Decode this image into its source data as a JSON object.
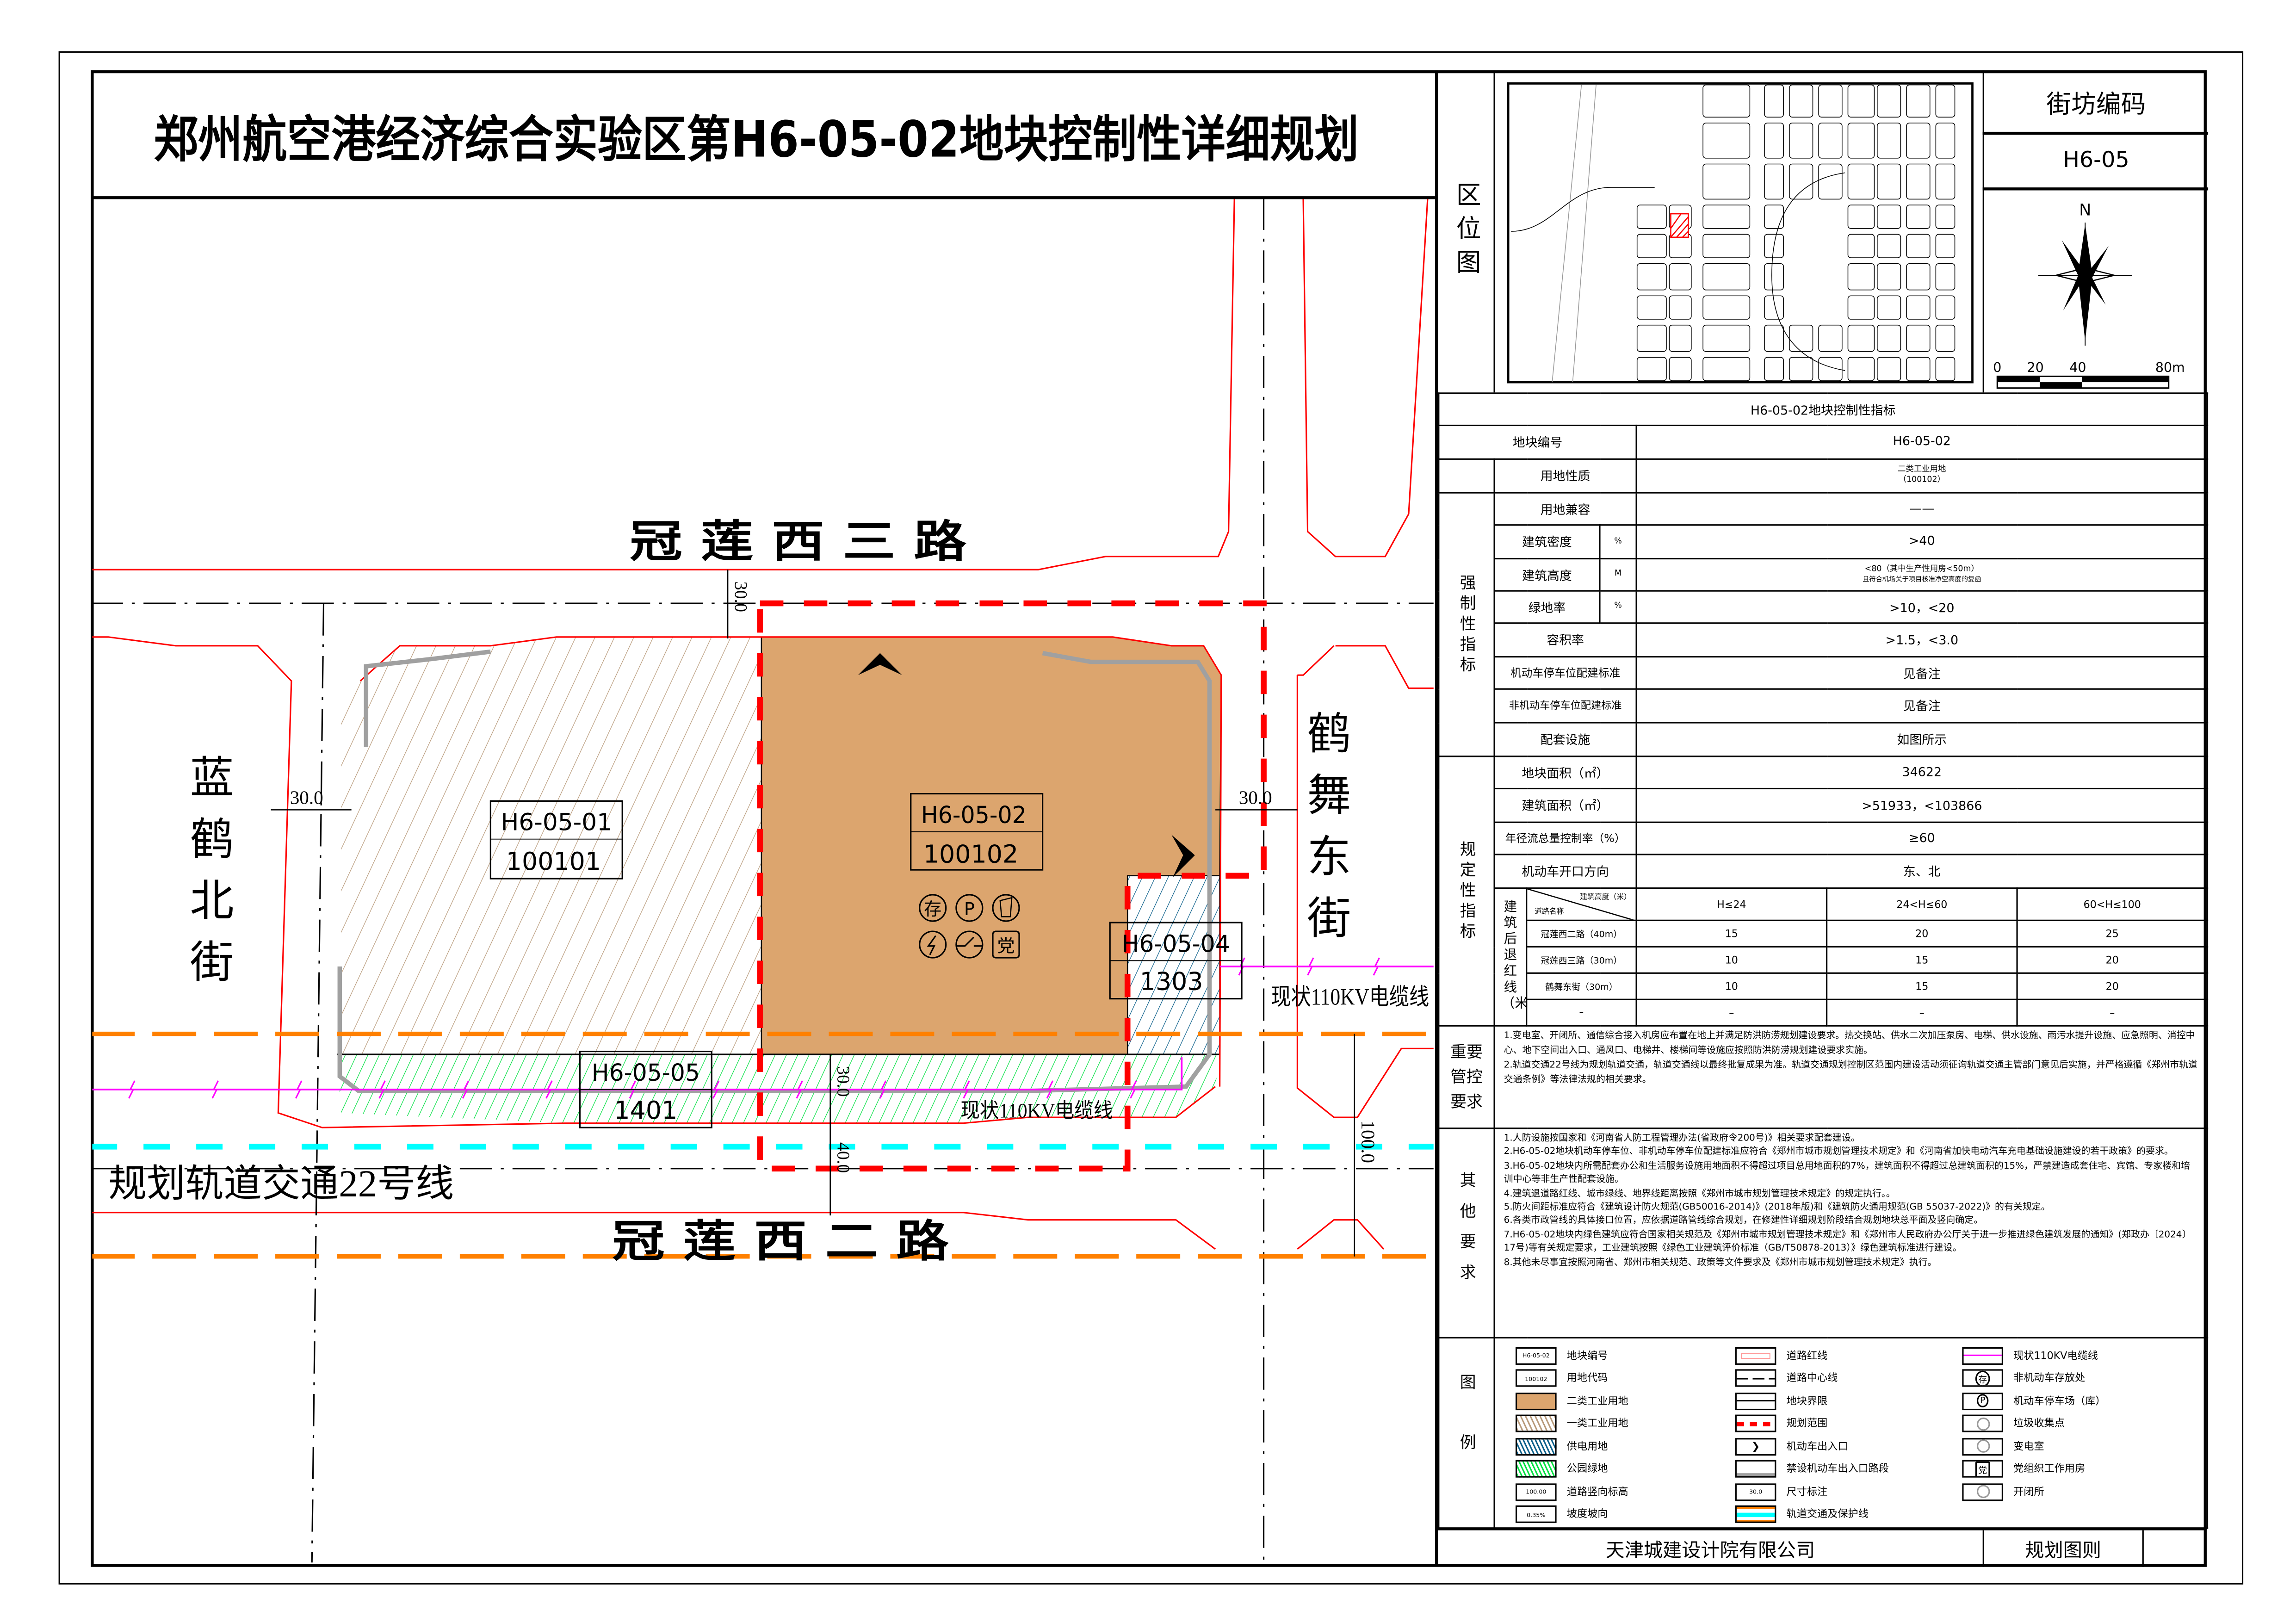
{
  "title": "郑州航空港经济综合实验区第H6-05-02地块控制性详细规划",
  "map": {
    "roads": {
      "north": "冠 莲 西 三 路",
      "south": "冠 莲 西 二 路",
      "west": "蓝鹤北街",
      "east": "鹤舞东街",
      "rail": "规划轨道交通22号线",
      "cable_east": "现状110KV电缆线",
      "cable_south": "现状110KV电缆线"
    },
    "dimensions": {
      "north_setback": "30.0",
      "west_road": "30.0",
      "east_road": "30.0",
      "south_green": "30.0",
      "south_road": "40.0",
      "rail_protect": "100.0"
    },
    "parcels": [
      {
        "id": "H6-05-01",
        "code": "100101"
      },
      {
        "id": "H6-05-02",
        "code": "100102"
      },
      {
        "id": "H6-05-04",
        "code": "1303"
      },
      {
        "id": "H6-05-05",
        "code": "1401"
      }
    ],
    "facility_icons": {
      "bike": "存",
      "parking": "P",
      "party": "党"
    }
  },
  "panel": {
    "location_label": "区位图",
    "block_code_label": "街坊编码",
    "block_code": "H6-05",
    "compass_north": "N",
    "scale": [
      "0",
      "20",
      "40",
      "80m"
    ]
  },
  "table": {
    "title": "H6-05-02地块控制性指标",
    "parcel_no_label": "地块编号",
    "parcel_no": "H6-05-02",
    "land_use_label": "用地性质",
    "land_use": "二类工业用地",
    "land_use_code": "（100102）",
    "mandatory_label": "强制性指标",
    "mandatory": [
      {
        "name": "用地兼容",
        "unit": "",
        "value": "——"
      },
      {
        "name": "建筑密度",
        "unit": "%",
        "value": ">40"
      },
      {
        "name": "建筑高度",
        "unit": "M",
        "value": "<80（其中生产性用房<50m）",
        "note": "且符合机场关于项目核准净空高度的复函"
      },
      {
        "name": "绿地率",
        "unit": "%",
        "value": ">10，<20"
      },
      {
        "name": "容积率",
        "unit": "",
        "value": ">1.5，<3.0"
      },
      {
        "name": "机动车停车位配建标准",
        "unit": "",
        "value": "见备注"
      },
      {
        "name": "非机动车停车位配建标准",
        "unit": "",
        "value": "见备注"
      },
      {
        "name": "配套设施",
        "unit": "",
        "value": "如图所示"
      }
    ],
    "regulatory_label": "规定性指标",
    "regulatory": [
      {
        "name": "地块面积（㎡）",
        "value": "34622"
      },
      {
        "name": "建筑面积（㎡）",
        "value": ">51933，<103866"
      },
      {
        "name": "年径流总量控制率（%）",
        "value": "≥60"
      },
      {
        "name": "机动车开口方向",
        "value": "东、北"
      }
    ],
    "setback": {
      "label": "建筑后退红线（米）",
      "header_height": "建筑高度（米）",
      "header_road": "道路名称",
      "columns": [
        "H≤24",
        "24<H≤60",
        "60<H≤100"
      ],
      "rows": [
        {
          "road": "冠莲西二路（40m）",
          "values": [
            "15",
            "20",
            "25"
          ]
        },
        {
          "road": "冠莲西三路（30m）",
          "values": [
            "10",
            "15",
            "20"
          ]
        },
        {
          "road": "鹤舞东街（30m）",
          "values": [
            "10",
            "15",
            "20"
          ]
        },
        {
          "road": "–",
          "values": [
            "–",
            "–",
            "–"
          ]
        }
      ]
    },
    "key_control_label": "重要管控要求",
    "key_control": [
      "1.变电室、开闭所、通信综合接入机房应布置在地上并满足防洪防涝规划建设要求。热交换站、供水二次加压泵房、电梯、供水设施、雨污水提升设施、应急照明、消控中心、地下空间出入口、通风口、电梯井、楼梯间等设施应按照防洪防涝规划建设要求实施。",
      "2.轨道交通22号线为规划轨道交通，轨道交通线以最终批复成果为准。轨道交通规划控制区范围内建设活动须征询轨道交通主管部门意见后实施，并严格遵循《郑州市轨道交通条例》等法律法规的相关要求。"
    ],
    "other_label": "其他要求",
    "other": [
      "1.人防设施按国家和《河南省人防工程管理办法(省政府令200号)》相关要求配套建设。",
      "2.H6-05-02地块机动车停车位、非机动车停车位配建标准应符合《郑州市城市规划管理技术规定》和《河南省加快电动汽车充电基础设施建设的若干政策》的要求。",
      "3.H6-05-02地块内所需配套办公和生活服务设施用地面积不得超过项目总用地面积的7%，建筑面积不得超过总建筑面积的15%，严禁建造成套住宅、宾馆、专家楼和培训中心等非生产性配套设施。",
      "4.建筑退道路红线、城市绿线、地界线距离按照《郑州市城市规划管理技术规定》的规定执行。。",
      "5.防火间距标准应符合《建筑设计防火规范(GB50016-2014)》(2018年版)和《建筑防火通用规范(GB 55037-2022)》的有关规定。",
      "6.各类市政管线的具体接口位置，应依据道路管线综合规划，在修建性详细规划阶段结合规划地块总平面及竖向确定。",
      "7.H6-05-02地块内绿色建筑应符合国家相关规范及《郑州市城市规划管理技术规定》和《郑州市人民政府办公厅关于进一步推进绿色建筑发展的通知》(郑政办〔2024〕17号)等有关规定要求，工业建筑按照《绿色工业建筑评价标准（GB/T50878-2013）》绿色建筑标准进行建设。",
      "8.其他未尽事宜按照河南省、郑州市相关规范、政策等文件要求及《郑州市城市规划管理技术规定》执行。"
    ],
    "legend_label": "图例",
    "legend": [
      {
        "label": "地块编号",
        "swatch": "H6-05-02"
      },
      {
        "label": "道路红线"
      },
      {
        "label": "现状110KV电缆线"
      },
      {
        "label": "用地代码",
        "swatch": "100102"
      },
      {
        "label": "道路中心线"
      },
      {
        "label": "非机动车存放处",
        "swatch": "存"
      },
      {
        "label": "二类工业用地"
      },
      {
        "label": "地块界限"
      },
      {
        "label": "机动车停车场（库）",
        "swatch": "P"
      },
      {
        "label": "一类工业用地"
      },
      {
        "label": "规划范围"
      },
      {
        "label": "垃圾收集点"
      },
      {
        "label": "供电用地"
      },
      {
        "label": "机动车出入口"
      },
      {
        "label": "变电室"
      },
      {
        "label": "公园绿地"
      },
      {
        "label": "禁设机动车出入口路段"
      },
      {
        "label": "党组织工作用房",
        "swatch": "党"
      },
      {
        "label": "道路竖向标高",
        "swatch": "100.00"
      },
      {
        "label": "尺寸标注",
        "swatch": "30.0"
      },
      {
        "label": "开闭所"
      },
      {
        "label": "坡度坡向",
        "swatch": "0.35%"
      },
      {
        "label": "轨道交通及保护线"
      }
    ]
  },
  "footer": {
    "company": "天津城建设计院有限公司",
    "sheet": "规划图则"
  },
  "colors": {
    "industrial2": "#dca56e",
    "red_line": "#ff0000",
    "rail": "#00ffff",
    "orange": "#ff8000",
    "cable": "#ff00ff",
    "power_hatch": "#0a5f8a",
    "green_hatch": "#00e040"
  }
}
